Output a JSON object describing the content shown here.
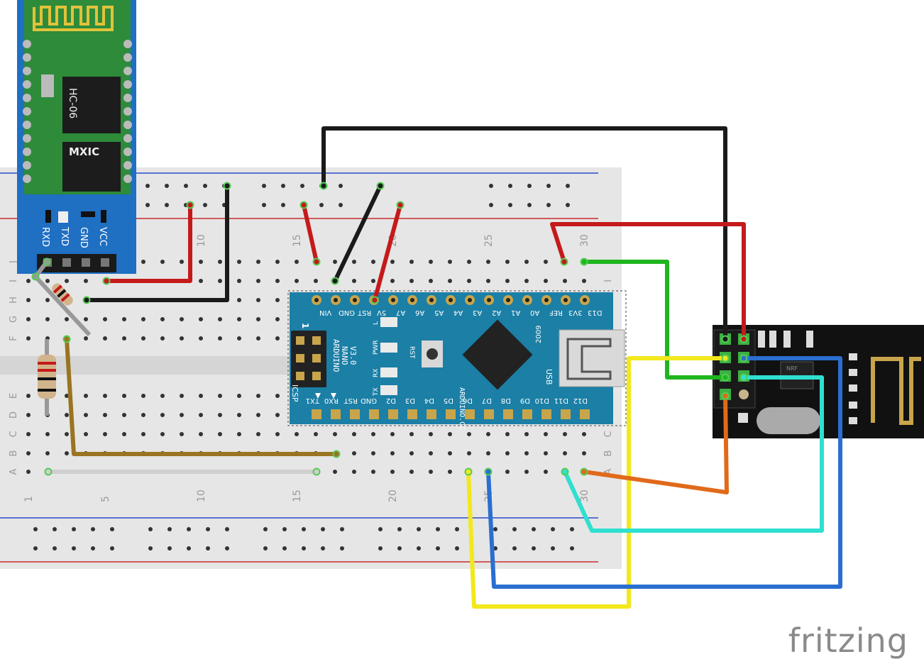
{
  "breadboard": {
    "column_numbers": [
      "1",
      "5",
      "10",
      "15",
      "20",
      "25",
      "30"
    ],
    "row_letters_top": [
      "J",
      "I",
      "H",
      "G",
      "F"
    ],
    "row_letters_bottom": [
      "E",
      "D",
      "C",
      "B",
      "A"
    ]
  },
  "hc06": {
    "model": "HC-06",
    "chip_brand": "MXIC",
    "pins": [
      "RXD",
      "TXD",
      "GND",
      "VCC"
    ]
  },
  "arduino": {
    "name_line1": "ARDUINO",
    "name_line2": "NANO",
    "name_line3": "V3.0",
    "site": "ARDUINO.CC",
    "year": "2009",
    "usb": "USB",
    "rst_button": "RST",
    "icsp": "ICSP",
    "icsp_pin1": "1",
    "leds": [
      "L",
      "PWR",
      "RX",
      "TX"
    ],
    "top_pins": [
      "D13",
      "3V3",
      "REF",
      "A0",
      "A1",
      "A2",
      "A3",
      "A4",
      "A5",
      "A6",
      "A7",
      "5V",
      "RST",
      "GND",
      "VIN"
    ],
    "bottom_pins": [
      "D12",
      "D11",
      "D10",
      "D9",
      "D8",
      "D7",
      "D6",
      "D5",
      "D4",
      "D3",
      "D2",
      "GND",
      "RST",
      "RX0",
      "TX1"
    ]
  },
  "nrf24": {
    "chip_label": "NRF"
  },
  "watermark": "fritzing",
  "colors": {
    "red_wire": "#c41a1a",
    "black_wire": "#1a1a1a",
    "green_wire": "#1fb51f",
    "yellow_wire": "#f2e81c",
    "blue_wire": "#2a6fd0",
    "cyan_wire": "#2fe0d0",
    "orange_wire": "#e06a1a",
    "brown_wire": "#9a7420",
    "gray_wire": "#bdbdbd",
    "arduino_board": "#1b7fa6",
    "hc06_board": "#1f6fc2",
    "nrf_board": "#111111"
  }
}
